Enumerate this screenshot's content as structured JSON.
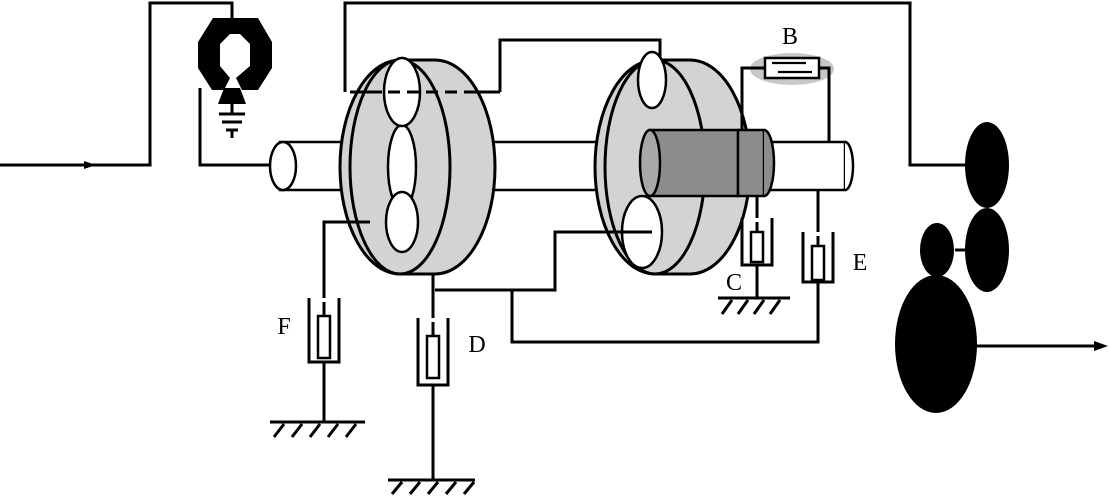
{
  "diagram": {
    "labels": {
      "b": "B",
      "c": "C",
      "d": "D",
      "e": "E",
      "f": "F"
    }
  },
  "colors": {
    "line": "#000000",
    "planet_gear": "#d3d3d3",
    "sleeve": "#8c8c8c",
    "brake_glow": "#c8c8c8",
    "gear_fill": "#000000",
    "background": "#ffffff"
  }
}
